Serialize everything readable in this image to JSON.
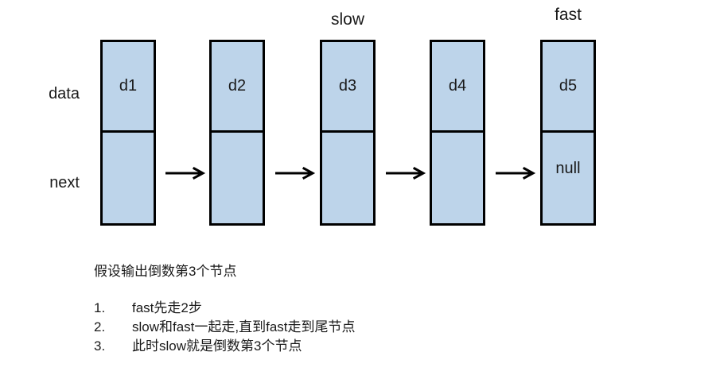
{
  "diagram": {
    "title": "linked-list fast-slow pointer diagram",
    "fill_color": "#bdd4ea",
    "stroke_color": "#000000",
    "row_labels": [
      {
        "name": "data",
        "label": "data"
      },
      {
        "name": "next",
        "label": "next"
      }
    ],
    "pointers": [
      {
        "label": "slow",
        "node_index": 2
      },
      {
        "label": "fast",
        "node_index": 4
      }
    ],
    "nodes": [
      {
        "data": "d1",
        "next": ""
      },
      {
        "data": "d2",
        "next": ""
      },
      {
        "data": "d3",
        "next": ""
      },
      {
        "data": "d4",
        "next": ""
      },
      {
        "data": "d5",
        "next": "null"
      }
    ],
    "arrow_count": 4
  },
  "notes": {
    "heading": "假设输出倒数第3个节点",
    "items": [
      {
        "num": "1.",
        "text": "fast先走2步"
      },
      {
        "num": "2.",
        "text": "slow和fast一起走,直到fast走到尾节点"
      },
      {
        "num": "3.",
        "text": "此时slow就是倒数第3个节点"
      }
    ]
  }
}
